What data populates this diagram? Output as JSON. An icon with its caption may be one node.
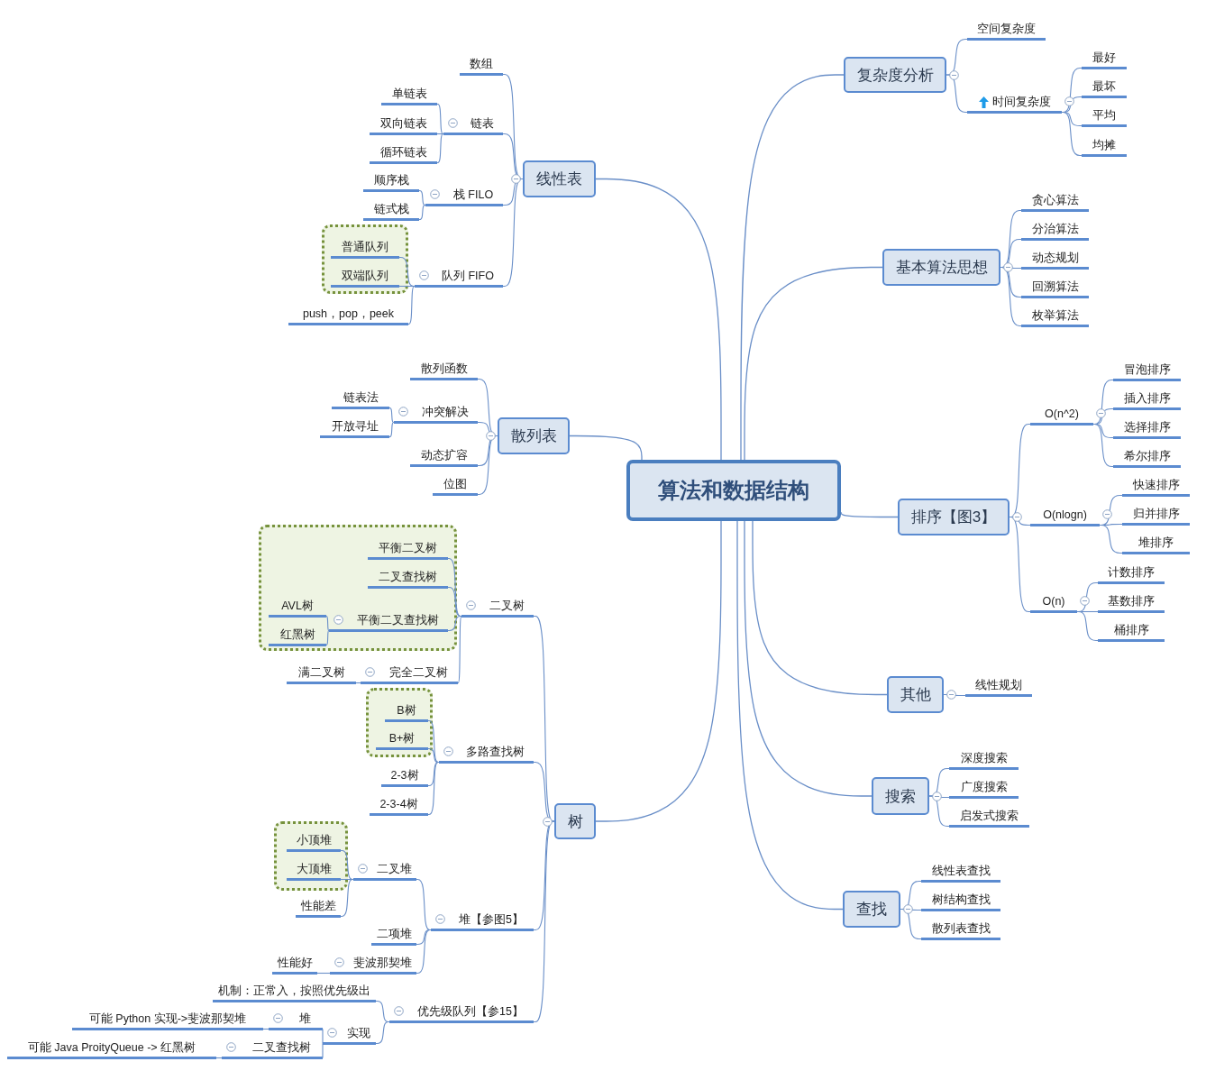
{
  "diagram": {
    "nodes": [
      {
        "text": [
          "算法和数据结构"
        ]
      },
      {
        "text": [
          "复杂度分析"
        ]
      },
      {
        "text": [
          "空间复杂度"
        ]
      },
      {
        "text": [
          "时间复杂度"
        ]
      },
      {
        "text": [
          "最好"
        ]
      },
      {
        "text": [
          "最坏"
        ]
      },
      {
        "text": [
          "平均"
        ]
      },
      {
        "text": [
          "均摊"
        ]
      },
      {
        "text": [
          "基本算法思想"
        ]
      },
      {
        "text": [
          "贪心算法"
        ]
      },
      {
        "text": [
          "分治算法"
        ]
      },
      {
        "text": [
          "动态规划"
        ]
      },
      {
        "text": [
          "回溯算法"
        ]
      },
      {
        "text": [
          "枚举算法"
        ]
      },
      {
        "text": [
          "排序【图3】"
        ]
      },
      {
        "text": [
          "O(n^2)"
        ]
      },
      {
        "text": [
          "冒泡排序"
        ]
      },
      {
        "text": [
          "插入排序"
        ]
      },
      {
        "text": [
          "选择排序"
        ]
      },
      {
        "text": [
          "希尔排序"
        ]
      },
      {
        "text": [
          "O(nlogn)"
        ]
      },
      {
        "text": [
          "快速排序"
        ]
      },
      {
        "text": [
          "归并排序"
        ]
      },
      {
        "text": [
          "堆排序"
        ]
      },
      {
        "text": [
          "O(n)"
        ]
      },
      {
        "text": [
          "计数排序"
        ]
      },
      {
        "text": [
          "基数排序"
        ]
      },
      {
        "text": [
          "桶排序"
        ]
      },
      {
        "text": [
          "其他"
        ]
      },
      {
        "text": [
          "线性规划"
        ]
      },
      {
        "text": [
          "搜索"
        ]
      },
      {
        "text": [
          "深度搜索"
        ]
      },
      {
        "text": [
          "广度搜索"
        ]
      },
      {
        "text": [
          "启发式搜索"
        ]
      },
      {
        "text": [
          "查找"
        ]
      },
      {
        "text": [
          "线性表查找"
        ]
      },
      {
        "text": [
          "树结构查找"
        ]
      },
      {
        "text": [
          "散列表查找"
        ]
      },
      {
        "text": [
          "线性表"
        ]
      },
      {
        "text": [
          "数组"
        ]
      },
      {
        "text": [
          "链表"
        ]
      },
      {
        "text": [
          "单链表"
        ]
      },
      {
        "text": [
          "双向链表"
        ]
      },
      {
        "text": [
          "循环链表"
        ]
      },
      {
        "text": [
          "栈 FILO"
        ]
      },
      {
        "text": [
          "顺序栈"
        ]
      },
      {
        "text": [
          "链式栈"
        ]
      },
      {
        "text": [
          "队列 FIFO"
        ]
      },
      {
        "text": [],
        "shape": "box"
      },
      {
        "text": [
          "普通队列"
        ],
        "in": 48
      },
      {
        "text": [
          "双端队列"
        ],
        "in": 48
      },
      {
        "text": [
          "push，pop，peek"
        ]
      },
      {
        "text": [
          "散列表"
        ]
      },
      {
        "text": [
          "散列函数"
        ]
      },
      {
        "text": [
          "冲突解决"
        ]
      },
      {
        "text": [
          "链表法"
        ]
      },
      {
        "text": [
          "开放寻址"
        ]
      },
      {
        "text": [
          "动态扩容"
        ]
      },
      {
        "text": [
          "位图"
        ]
      },
      {
        "text": [
          "树"
        ]
      },
      {
        "text": [
          "二叉树"
        ]
      },
      {
        "text": [],
        "shape": "box"
      },
      {
        "text": [
          "平衡二叉树"
        ],
        "in": 61
      },
      {
        "text": [
          "二叉查找树"
        ],
        "in": 61
      },
      {
        "text": [
          "平衡二叉查找树"
        ],
        "in": 61
      },
      {
        "text": [
          "AVL树"
        ],
        "in": 61
      },
      {
        "text": [
          "红黑树"
        ],
        "in": 61
      },
      {
        "text": [
          "完全二叉树"
        ]
      },
      {
        "text": [
          "满二叉树"
        ]
      },
      {
        "text": [
          "多路查找树"
        ]
      },
      {
        "text": [],
        "shape": "box"
      },
      {
        "text": [
          "B树"
        ],
        "in": 70
      },
      {
        "text": [
          "B+树"
        ],
        "in": 70
      },
      {
        "text": [
          "2-3树"
        ]
      },
      {
        "text": [
          "2-3-4树"
        ]
      },
      {
        "text": [
          "堆【参图5】"
        ]
      },
      {
        "text": [
          "二叉堆"
        ]
      },
      {
        "text": [],
        "shape": "box"
      },
      {
        "text": [
          "小顶堆"
        ],
        "in": 77
      },
      {
        "text": [
          "大顶堆"
        ],
        "in": 77
      },
      {
        "text": [
          "性能差"
        ]
      },
      {
        "text": [
          "二项堆"
        ]
      },
      {
        "text": [
          "斐波那契堆"
        ]
      },
      {
        "text": [
          "性能好"
        ]
      },
      {
        "text": [
          "优先级队列【参15】"
        ]
      },
      {
        "text": [
          "机制：正常入，按照优先级出"
        ]
      },
      {
        "text": [
          "实现"
        ]
      },
      {
        "text": [
          "堆"
        ]
      },
      {
        "text": [
          "可能 Python 实现->斐波那契堆"
        ]
      },
      {
        "text": [
          "二叉查找树"
        ]
      },
      {
        "text": [
          "可能 Java ProityQueue -> 红黑树"
        ]
      }
    ],
    "edges": [
      {
        "from": 0,
        "to": 1,
        "arrow": "none"
      },
      {
        "from": 1,
        "to": 2,
        "arrow": "none"
      },
      {
        "from": 1,
        "to": 3,
        "arrow": "none"
      },
      {
        "from": 3,
        "to": 4,
        "arrow": "none"
      },
      {
        "from": 3,
        "to": 5,
        "arrow": "none"
      },
      {
        "from": 3,
        "to": 6,
        "arrow": "none"
      },
      {
        "from": 3,
        "to": 7,
        "arrow": "none"
      },
      {
        "from": 0,
        "to": 8,
        "arrow": "none"
      },
      {
        "from": 8,
        "to": 9,
        "arrow": "none"
      },
      {
        "from": 8,
        "to": 10,
        "arrow": "none"
      },
      {
        "from": 8,
        "to": 11,
        "arrow": "none"
      },
      {
        "from": 8,
        "to": 12,
        "arrow": "none"
      },
      {
        "from": 8,
        "to": 13,
        "arrow": "none"
      },
      {
        "from": 0,
        "to": 14,
        "arrow": "none"
      },
      {
        "from": 14,
        "to": 15,
        "arrow": "none"
      },
      {
        "from": 15,
        "to": 16,
        "arrow": "none"
      },
      {
        "from": 15,
        "to": 17,
        "arrow": "none"
      },
      {
        "from": 15,
        "to": 18,
        "arrow": "none"
      },
      {
        "from": 15,
        "to": 19,
        "arrow": "none"
      },
      {
        "from": 14,
        "to": 20,
        "arrow": "none"
      },
      {
        "from": 20,
        "to": 21,
        "arrow": "none"
      },
      {
        "from": 20,
        "to": 22,
        "arrow": "none"
      },
      {
        "from": 20,
        "to": 23,
        "arrow": "none"
      },
      {
        "from": 14,
        "to": 24,
        "arrow": "none"
      },
      {
        "from": 24,
        "to": 25,
        "arrow": "none"
      },
      {
        "from": 24,
        "to": 26,
        "arrow": "none"
      },
      {
        "from": 24,
        "to": 27,
        "arrow": "none"
      },
      {
        "from": 0,
        "to": 28,
        "arrow": "none"
      },
      {
        "from": 28,
        "to": 29,
        "arrow": "none"
      },
      {
        "from": 0,
        "to": 30,
        "arrow": "none"
      },
      {
        "from": 30,
        "to": 31,
        "arrow": "none"
      },
      {
        "from": 30,
        "to": 32,
        "arrow": "none"
      },
      {
        "from": 30,
        "to": 33,
        "arrow": "none"
      },
      {
        "from": 0,
        "to": 34,
        "arrow": "none"
      },
      {
        "from": 34,
        "to": 35,
        "arrow": "none"
      },
      {
        "from": 34,
        "to": 36,
        "arrow": "none"
      },
      {
        "from": 34,
        "to": 37,
        "arrow": "none"
      },
      {
        "from": 0,
        "to": 38,
        "arrow": "none"
      },
      {
        "from": 38,
        "to": 39,
        "arrow": "none"
      },
      {
        "from": 38,
        "to": 40,
        "arrow": "none"
      },
      {
        "from": 40,
        "to": 41,
        "arrow": "none"
      },
      {
        "from": 40,
        "to": 42,
        "arrow": "none"
      },
      {
        "from": 40,
        "to": 43,
        "arrow": "none"
      },
      {
        "from": 38,
        "to": 44,
        "arrow": "none"
      },
      {
        "from": 44,
        "to": 45,
        "arrow": "none"
      },
      {
        "from": 44,
        "to": 46,
        "arrow": "none"
      },
      {
        "from": 38,
        "to": 47,
        "arrow": "none"
      },
      {
        "from": 47,
        "to": 49,
        "arrow": "none"
      },
      {
        "from": 47,
        "to": 50,
        "arrow": "none"
      },
      {
        "from": 47,
        "to": 51,
        "arrow": "none"
      },
      {
        "from": 0,
        "to": 52,
        "arrow": "none"
      },
      {
        "from": 52,
        "to": 53,
        "arrow": "none"
      },
      {
        "from": 52,
        "to": 54,
        "arrow": "none"
      },
      {
        "from": 54,
        "to": 55,
        "arrow": "none"
      },
      {
        "from": 54,
        "to": 56,
        "arrow": "none"
      },
      {
        "from": 52,
        "to": 57,
        "arrow": "none"
      },
      {
        "from": 52,
        "to": 58,
        "arrow": "none"
      },
      {
        "from": 0,
        "to": 59,
        "arrow": "none"
      },
      {
        "from": 59,
        "to": 60,
        "arrow": "none"
      },
      {
        "from": 60,
        "to": 62,
        "arrow": "none"
      },
      {
        "from": 60,
        "to": 63,
        "arrow": "none"
      },
      {
        "from": 60,
        "to": 64,
        "arrow": "none"
      },
      {
        "from": 64,
        "to": 65,
        "arrow": "none"
      },
      {
        "from": 64,
        "to": 66,
        "arrow": "none"
      },
      {
        "from": 60,
        "to": 67,
        "arrow": "none"
      },
      {
        "from": 67,
        "to": 68,
        "arrow": "none"
      },
      {
        "from": 59,
        "to": 69,
        "arrow": "none"
      },
      {
        "from": 69,
        "to": 71,
        "arrow": "none"
      },
      {
        "from": 69,
        "to": 72,
        "arrow": "none"
      },
      {
        "from": 69,
        "to": 73,
        "arrow": "none"
      },
      {
        "from": 69,
        "to": 74,
        "arrow": "none"
      },
      {
        "from": 59,
        "to": 75,
        "arrow": "none"
      },
      {
        "from": 75,
        "to": 76,
        "arrow": "none"
      },
      {
        "from": 76,
        "to": 78,
        "arrow": "none"
      },
      {
        "from": 76,
        "to": 79,
        "arrow": "none"
      },
      {
        "from": 76,
        "to": 80,
        "arrow": "none"
      },
      {
        "from": 75,
        "to": 81,
        "arrow": "none"
      },
      {
        "from": 75,
        "to": 82,
        "arrow": "none"
      },
      {
        "from": 82,
        "to": 83,
        "arrow": "none"
      },
      {
        "from": 59,
        "to": 84,
        "arrow": "none"
      },
      {
        "from": 84,
        "to": 85,
        "arrow": "none"
      },
      {
        "from": 84,
        "to": 86,
        "arrow": "none"
      },
      {
        "from": 86,
        "to": 87,
        "arrow": "none"
      },
      {
        "from": 87,
        "to": 88,
        "arrow": "none"
      },
      {
        "from": 86,
        "to": 89,
        "arrow": "none"
      },
      {
        "from": 89,
        "to": 90,
        "arrow": "none"
      }
    ]
  }
}
